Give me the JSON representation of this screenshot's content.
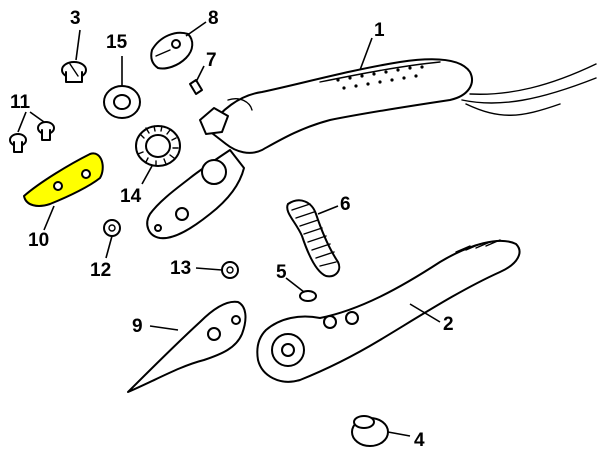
{
  "diagram": {
    "highlight_color": "#ffff00",
    "highlighted_part": "10",
    "labels": {
      "p1": "1",
      "p2": "2",
      "p3": "3",
      "p4": "4",
      "p5": "5",
      "p6": "6",
      "p7": "7",
      "p8": "8",
      "p9": "9",
      "p10": "10",
      "p11": "11",
      "p12": "12",
      "p13": "13",
      "p14": "14",
      "p15": "15"
    }
  }
}
